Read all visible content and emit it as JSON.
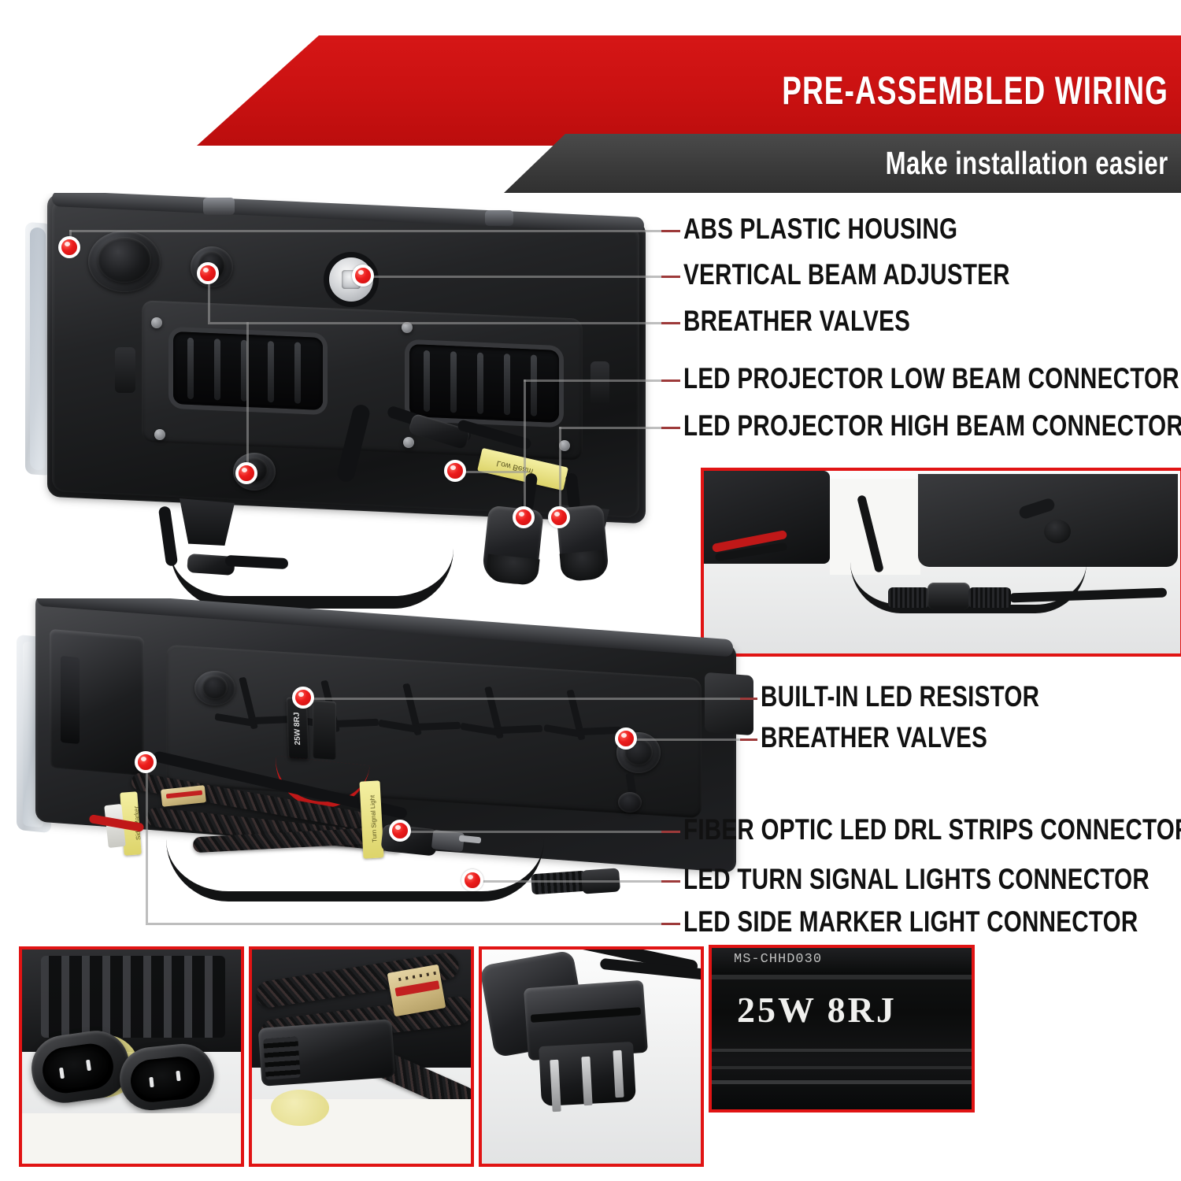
{
  "header": {
    "title": "PRE-ASSEMBLED WIRING",
    "subtitle": "Make installation easier",
    "red_color": "#c91111",
    "dark_color": "#3b3b3b"
  },
  "callouts_top": [
    {
      "label": "ABS PLASTIC HOUSING"
    },
    {
      "label": "VERTICAL BEAM ADJUSTER"
    },
    {
      "label": "BREATHER VALVES"
    },
    {
      "label": "LED PROJECTOR LOW BEAM CONNECTOR"
    },
    {
      "label": "LED PROJECTOR HIGH BEAM CONNECTOR"
    }
  ],
  "callouts_middle": [
    {
      "label": "BUILT-IN LED RESISTOR"
    },
    {
      "label": "BREATHER VALVES"
    }
  ],
  "callouts_bottom": [
    {
      "label": "FIBER OPTIC LED DRL STRIPS CONNECTOR"
    },
    {
      "label": "LED TURN SIGNAL LIGHTS CONNECTOR"
    },
    {
      "label": "LED SIDE MARKER LIGHT CONNECTOR"
    }
  ],
  "harness_tags": {
    "low_beam": "Low Beam",
    "turn_signal": "Turn Signal Light",
    "side_marker": "Side Marker"
  },
  "resistor": {
    "rating": "25W  8RJ",
    "part_code": "MS-CHHD030"
  },
  "accent": {
    "dot_color": "#ec1c1c",
    "leader_color": "#9d3a3a",
    "inset_border": "#e11414"
  }
}
